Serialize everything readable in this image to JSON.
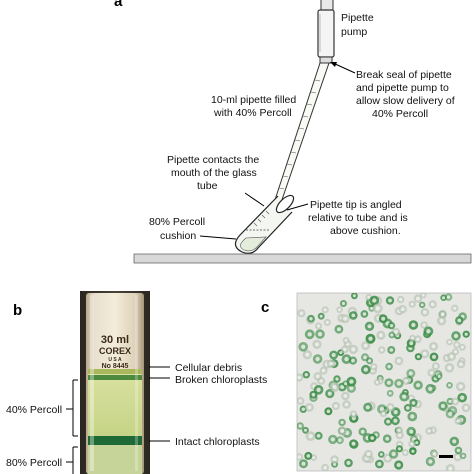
{
  "panel_a": {
    "letter": "a",
    "pipette_pump_line1": "Pipette",
    "pipette_pump_line2": "pump",
    "break_seal_line1": "Break seal of pipette",
    "break_seal_line2": "and pipette pump to",
    "break_seal_line3": "allow slow delivery of",
    "break_seal_line4": "40% Percoll",
    "pipette_filled_line1": "10-ml pipette filled",
    "pipette_filled_line2": "with 40% Percoll",
    "contacts_line1": "Pipette contacts the",
    "contacts_line2": "mouth of the glass",
    "contacts_line3": "tube",
    "tip_angled_line1": "Pipette tip is angled",
    "tip_angled_line2": "relative to tube and is",
    "tip_angled_line3": "above cushion.",
    "cushion_line1": "80% Percoll",
    "cushion_line2": "cushion"
  },
  "panel_b": {
    "letter": "b",
    "tube_volume": "30 ml",
    "tube_brand": "COREX",
    "tube_country": "U S A",
    "tube_number": "No 8445",
    "debris": "Cellular debris",
    "broken": "Broken chloroplasts",
    "intact": "Intact chloroplasts",
    "percoll40": "40% Percoll",
    "percoll80": "80% Percoll"
  },
  "panel_c": {
    "letter": "c"
  },
  "colors": {
    "chloroplast_green": "#3f8e4a",
    "band_green": "#1e6a36",
    "percoll_green": "#c9d68a"
  }
}
